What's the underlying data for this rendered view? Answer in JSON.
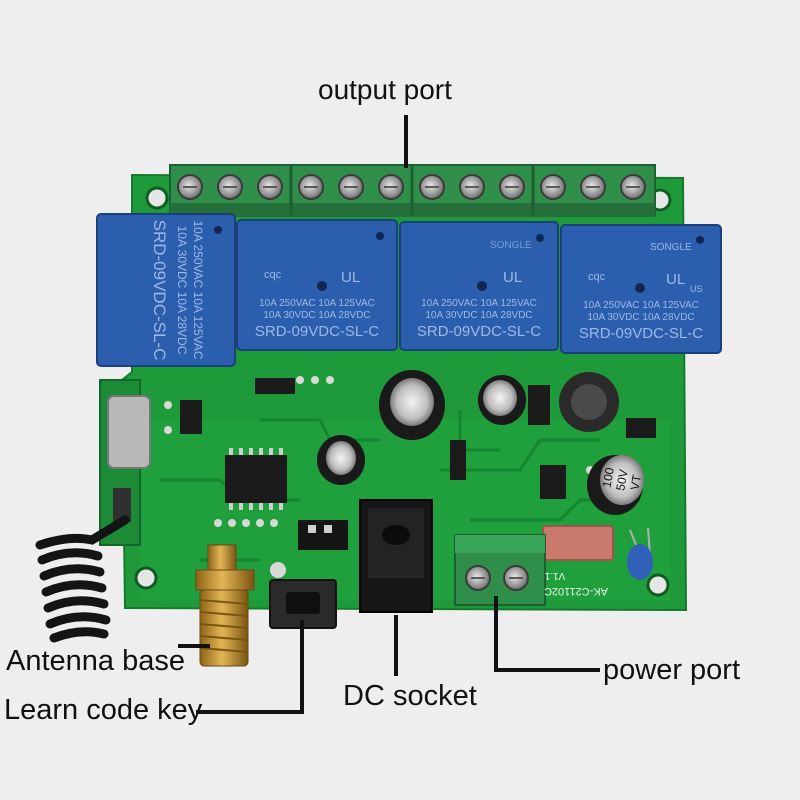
{
  "labels": {
    "output_port": "output port",
    "antenna_base": "Antenna base",
    "learn_code_key": "Learn code key",
    "dc_socket": "DC socket",
    "power_port": "power port"
  },
  "relay_print": {
    "cert_mark": "cqc",
    "rating_line_1": "10A 250VAC 10A 125VAC",
    "rating_line_2": "10A 30VDC 10A 28VDC",
    "model": "SRD-09VDC-SL-C",
    "brand": "SONGLE",
    "ul_mark": "UL",
    "us_mark": "US"
  },
  "capacitor_print": {
    "cap_big_line_1": "100",
    "cap_big_line_2": "50V",
    "cap_big_line_3": "VT"
  },
  "board_print": {
    "board_code": "AK-C21102C",
    "version": "V1.1"
  },
  "colors": {
    "pcb": "#1f9a3a",
    "terminal": "#2f8f4a",
    "relay": "#2b5fae",
    "antenna_coil": "#141414",
    "gold": "#c9962f",
    "background": "#eeeeee"
  }
}
